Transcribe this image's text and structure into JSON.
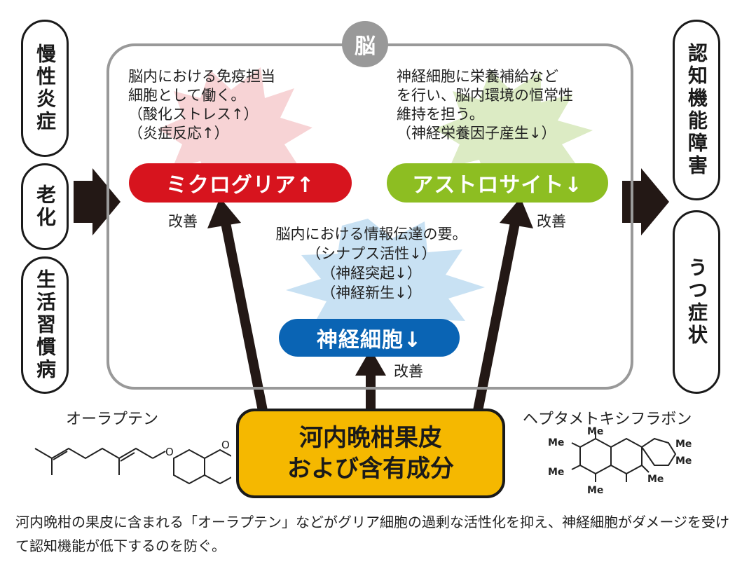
{
  "left_causes": [
    "慢性炎症",
    "老化",
    "生活習慣病"
  ],
  "right_outcomes": [
    "認知機能障害",
    "うつ症状"
  ],
  "brain_label": "脳",
  "microglia": {
    "desc": "脳内における免疫担当\n細胞として働く。\n（酸化ストレス↑）\n（炎症反応↑）",
    "label": "ミクログリア↑",
    "color": "#d7141e"
  },
  "astrocyte": {
    "desc": "神経細胞に栄養補給など\nを行い、脳内環境の恒常性\n維持を担う。\n（神経栄養因子産生↓）",
    "label": "アストロサイト↓",
    "color": "#8dbe22"
  },
  "neuron": {
    "desc_lines": [
      "脳内における情報伝達の要。",
      "（シナプス活性↓）",
      "（神経突起↓）",
      "（神経新生↓）"
    ],
    "label": "神経細胞↓",
    "color": "#0a64b4"
  },
  "improve_labels": [
    "改善",
    "改善",
    "改善"
  ],
  "result_lines": [
    "河内晩柑果皮",
    "および含有成分"
  ],
  "compounds": {
    "left_name": "オーラプテン",
    "right_name": "ヘプタメトキシフラボン",
    "substituent": "Me",
    "o_label": "O"
  },
  "caption": "河内晩柑の果皮に含まれる「オーラプテン」などがグリア細胞の過剰な活性化を抑え、神経細胞がダメージを受けて認知機能が低下するのを防ぐ。"
}
